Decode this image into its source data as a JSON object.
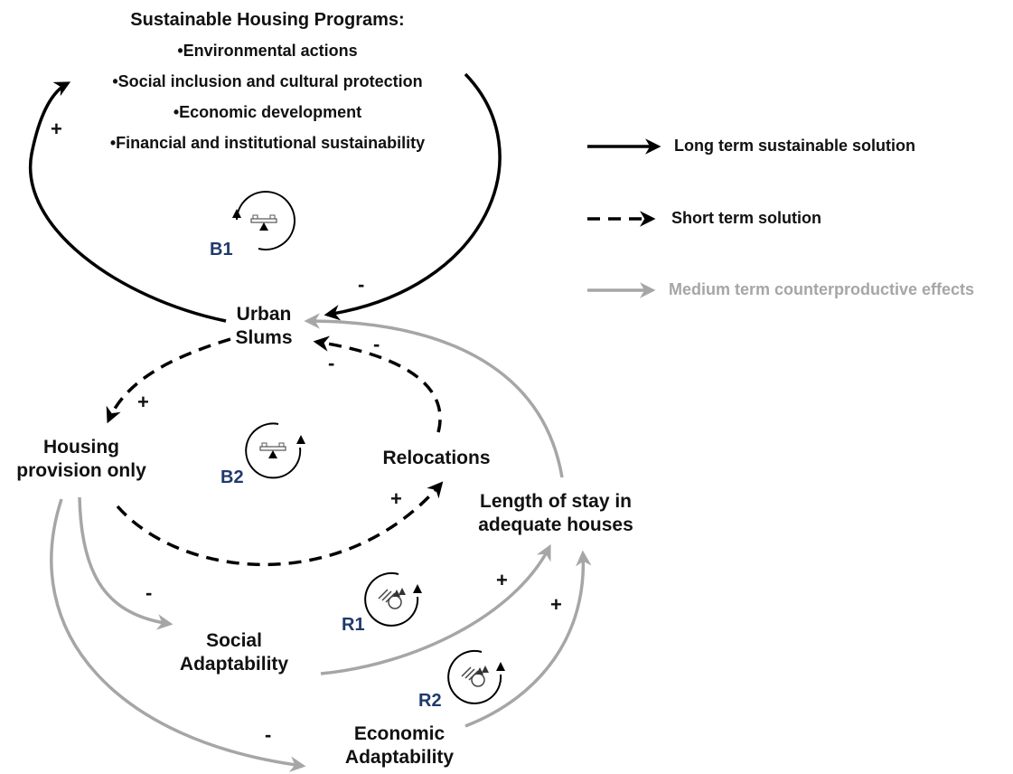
{
  "programs": {
    "title": "Sustainable Housing Programs:",
    "items": [
      "•Environmental actions",
      "•Social inclusion and cultural protection",
      "•Economic development",
      "•Financial and institutional sustainability"
    ]
  },
  "nodes": {
    "urban_slums": [
      "Urban",
      "Slums"
    ],
    "housing_provision": [
      "Housing",
      "provision only"
    ],
    "relocations": "Relocations",
    "length_of_stay": [
      "Length of stay in",
      "adequate houses"
    ],
    "social_adaptability": [
      "Social",
      "Adaptability"
    ],
    "economic_adaptability": [
      "Economic",
      "Adaptability"
    ]
  },
  "loops": {
    "b1": "B1",
    "b2": "B2",
    "r1": "R1",
    "r2": "R2"
  },
  "signs": {
    "programs_plus": "+",
    "slums_minus_long": "-",
    "relocation_minus_1": "-",
    "relocation_minus_2": "-",
    "slums_housing_plus": "+",
    "housing_relocation_plus": "+",
    "housing_social_minus": "-",
    "housing_economic_minus": "-",
    "social_stay_plus": "+",
    "economic_stay_plus": "+"
  },
  "legend": {
    "long_term": "Long term sustainable solution",
    "short_term": "Short term solution",
    "medium_term": "Medium term counterproductive effects"
  },
  "colors": {
    "black": "#000000",
    "gray": "#a6a6a6",
    "loop_label": "#1f3a6b"
  }
}
